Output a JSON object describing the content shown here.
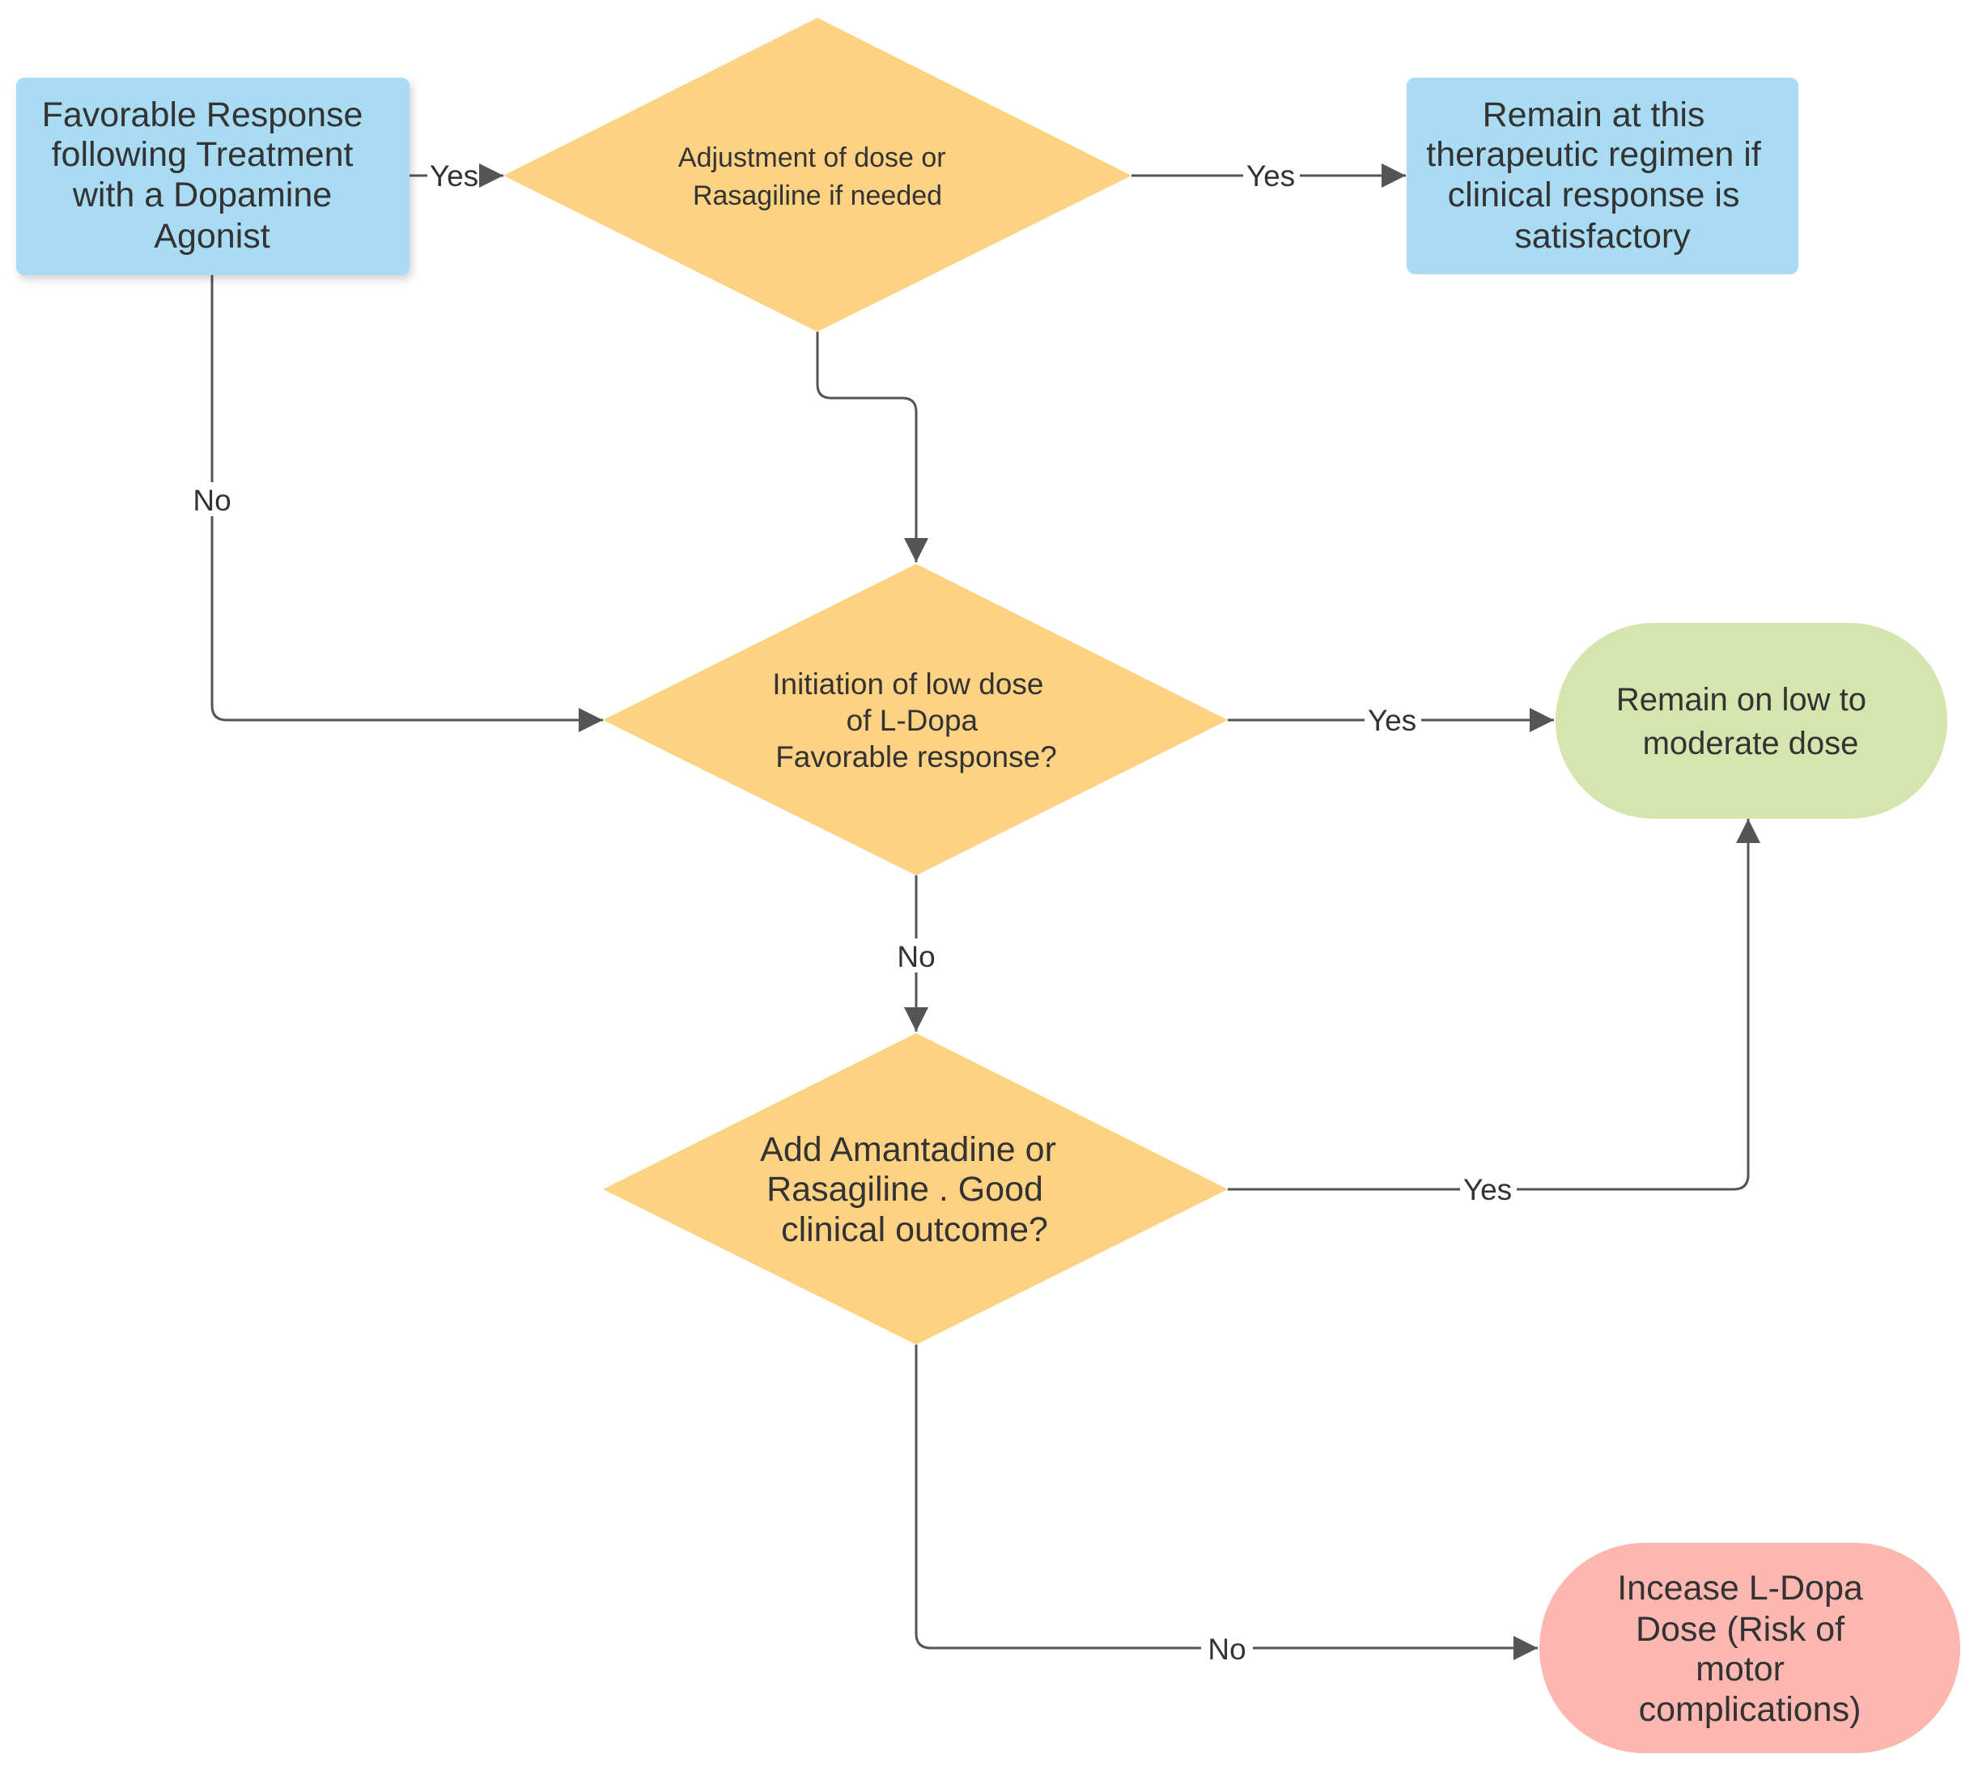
{
  "colors": {
    "blue_box": "#a9dbf2",
    "decision": "#fdd283",
    "green_terminal": "#d6e5ad",
    "red_terminal": "#fbb7b0",
    "line": "#555555",
    "text": "#333333"
  },
  "nodes": {
    "start": {
      "lines": [
        "Favorable Response",
        "following Treatment",
        "with a Dopamine",
        "Agonist"
      ]
    },
    "adjust": {
      "lines": [
        "Adjustment of dose or",
        "Rasagiline if needed"
      ]
    },
    "remain_regimen": {
      "lines": [
        "Remain at this",
        "therapeutic regimen if",
        "clinical response is",
        "satisfactory"
      ]
    },
    "ldopa": {
      "lines": [
        "Initiation of low dose",
        "of L-Dopa",
        "Favorable response?"
      ]
    },
    "remain_low": {
      "lines": [
        "Remain on low to",
        "moderate dose"
      ]
    },
    "amantadine": {
      "lines": [
        "Add Amantadine or",
        "Rasagiline . Good",
        "clinical outcome?"
      ]
    },
    "increase": {
      "lines": [
        "Incease L-Dopa",
        "Dose (Risk of",
        "motor",
        "complications)"
      ]
    }
  },
  "edges": {
    "start_to_adjust": "Yes",
    "adjust_to_regimen": "Yes",
    "start_to_ldopa": "No",
    "ldopa_to_low": "Yes",
    "ldopa_to_amantadine": "No",
    "amantadine_to_low": "Yes",
    "amantadine_to_increase": "No"
  }
}
